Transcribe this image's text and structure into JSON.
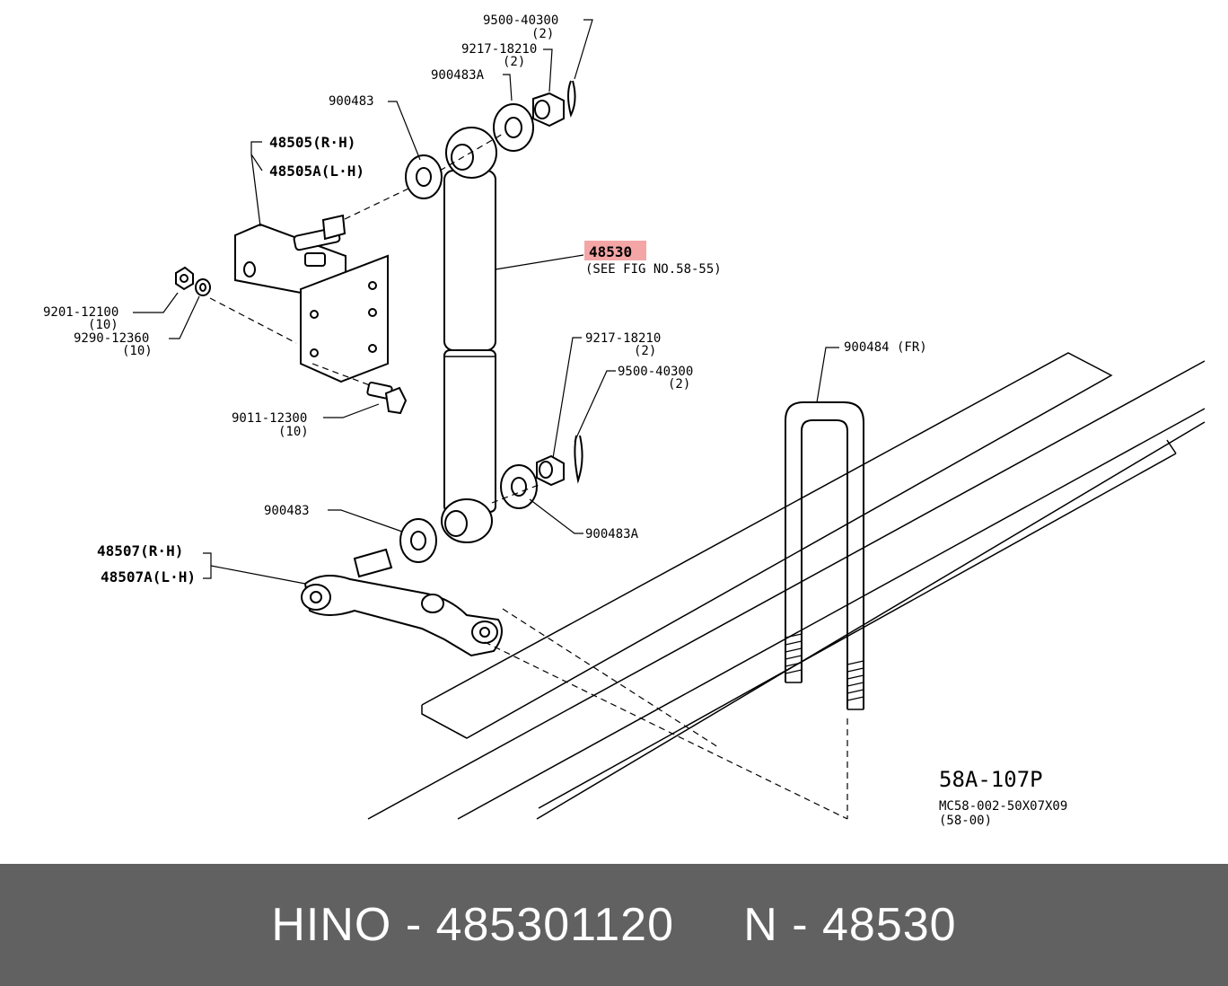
{
  "diagram": {
    "parts": {
      "cotter_pin_top": {
        "number": "9500-40300",
        "qty": "(2)"
      },
      "castle_nut_top": {
        "number": "9217-18210",
        "qty": "(2)"
      },
      "washer_top_a": {
        "number": "900483A"
      },
      "washer_top": {
        "number": "900483"
      },
      "bracket_upper_rh": {
        "number": "48505(R·H)"
      },
      "bracket_upper_lh": {
        "number": "48505A(L·H)"
      },
      "shock_absorber": {
        "number": "48530",
        "note": "(SEE FIG NO.58-55)"
      },
      "nut": {
        "number": "9201-12100",
        "qty": "(10)"
      },
      "lock_washer": {
        "number": "9290-12360",
        "qty": "(10)"
      },
      "bolt": {
        "number": "9011-12300",
        "qty": "(10)"
      },
      "castle_nut_bottom": {
        "number": "9217-18210",
        "qty": "(2)"
      },
      "cotter_pin_bottom": {
        "number": "9500-40300",
        "qty": "(2)"
      },
      "washer_bottom_a": {
        "number": "900483A"
      },
      "washer_bottom": {
        "number": "900483"
      },
      "bracket_lower_rh": {
        "number": "48507(R·H)"
      },
      "bracket_lower_lh": {
        "number": "48507A(L·H)"
      },
      "u_bolt": {
        "number": "900484 (FR)"
      }
    },
    "figure_code": "58A-107P",
    "figure_ref": "MC58-002-50X07X09",
    "figure_date": "(58-00)",
    "highlight_color": "#f4a6a6"
  },
  "footer": {
    "text": "HINO - 485301120     N - 48530",
    "background": "#616161"
  }
}
